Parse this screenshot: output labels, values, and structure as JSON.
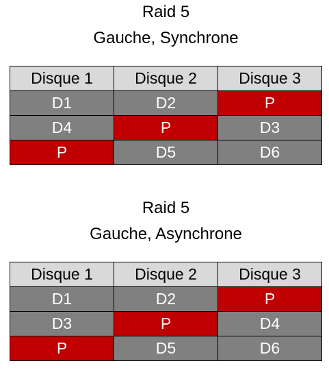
{
  "diagrams": [
    {
      "title": "Raid 5",
      "subtitle": "Gauche, Synchrone",
      "headers": [
        "Disque 1",
        "Disque 2",
        "Disque 3"
      ],
      "rows": [
        [
          "D1",
          "D2",
          "P"
        ],
        [
          "D4",
          "P",
          "D3"
        ],
        [
          "P",
          "D5",
          "D6"
        ]
      ]
    },
    {
      "title": "Raid 5",
      "subtitle": "Gauche, Asynchrone",
      "headers": [
        "Disque 1",
        "Disque 2",
        "Disque 3"
      ],
      "rows": [
        [
          "D1",
          "D2",
          "P"
        ],
        [
          "D3",
          "P",
          "D4"
        ],
        [
          "P",
          "D5",
          "D6"
        ]
      ]
    }
  ],
  "colors": {
    "header_fill": "#d9d9d9",
    "data_fill": "#808080",
    "parity_fill": "#c00000",
    "border": "#000000"
  }
}
